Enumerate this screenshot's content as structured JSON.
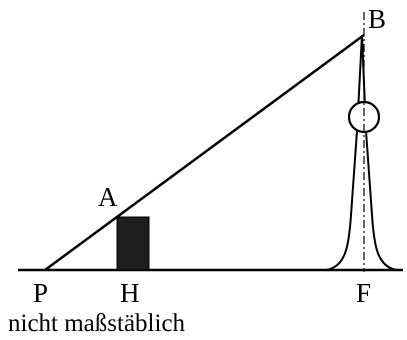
{
  "labels": {
    "B": "B",
    "A": "A",
    "P": "P",
    "H": "H",
    "F": "F"
  },
  "note": "nicht maßstäblich",
  "colors": {
    "stroke": "#000000",
    "building_fill": "#1e1e1e",
    "background": "#ffffff"
  }
}
